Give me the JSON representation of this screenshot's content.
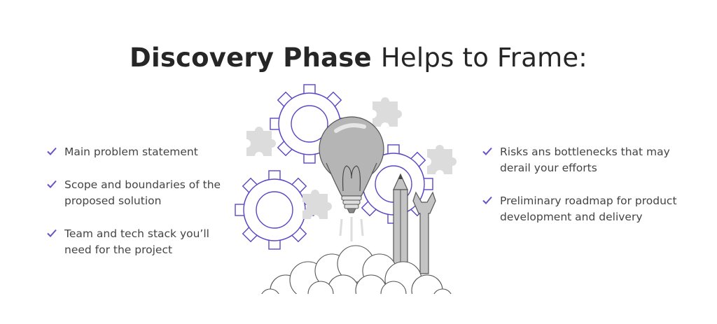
{
  "title": {
    "bold": "Discovery Phase",
    "rest": "Helps to Frame:"
  },
  "left_items": [
    "Main problem statement",
    "Scope and boundaries of the proposed solution",
    "Team and tech stack you’ll need for the project"
  ],
  "right_items": [
    "Risks ans bottlenecks that may derail your efforts",
    "Preliminary roadmap for product development and delivery"
  ],
  "colors": {
    "accent": "#6a51c9",
    "gear": "#5b46c4",
    "gray": "#c4c4c4",
    "text": "#444444"
  },
  "icons": [
    "checkmark-icon",
    "gear-icon",
    "puzzle-piece-icon",
    "lightbulb-icon",
    "pencil-icon",
    "wrench-icon",
    "smoke-cloud-icon"
  ]
}
